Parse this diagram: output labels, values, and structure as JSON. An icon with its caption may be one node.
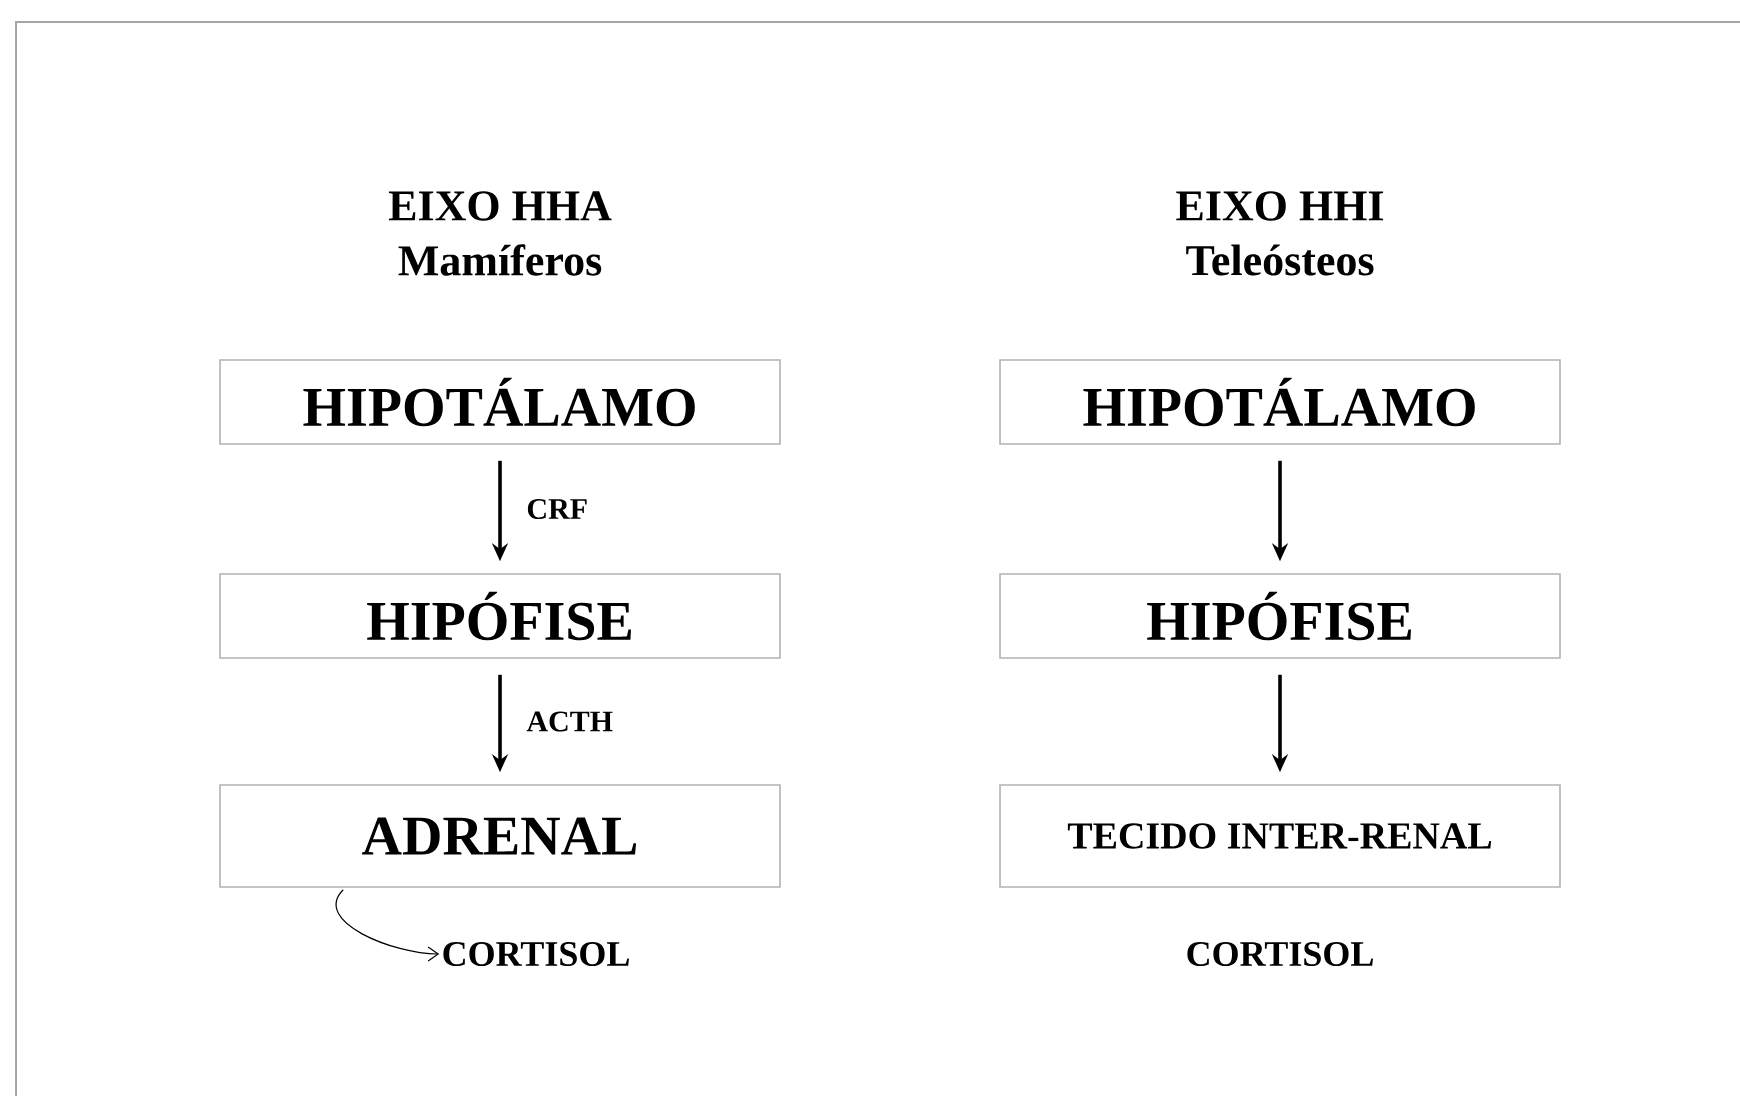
{
  "diagram": {
    "nodes": [
      {
        "text": [
          "HIPOTÁLAMO"
        ]
      },
      {
        "text": [
          "HIPÓFISE"
        ]
      },
      {
        "text": [
          "ADRENAL"
        ]
      },
      {
        "text": [
          "CORTISOL"
        ]
      },
      {
        "text": [
          "HIPOTÁLAMO"
        ]
      },
      {
        "text": [
          "HIPÓFISE"
        ]
      },
      {
        "text": [
          "TECIDO INTER-RENAL"
        ]
      }
    ],
    "edges": [
      {
        "from": 0,
        "to": 1,
        "arrow": "to",
        "label": "CRF"
      },
      {
        "from": 1,
        "to": 2,
        "arrow": "to",
        "label": "ACTH"
      },
      {
        "from": 2,
        "to": 3,
        "arrow": "to"
      },
      {
        "from": 4,
        "to": 5,
        "arrow": "to"
      },
      {
        "from": 5,
        "to": 6,
        "arrow": "to"
      }
    ],
    "labels": [
      "EIXO HHA",
      "EIXO HHI",
      "Mamíferos",
      "Teleósteos",
      "CORTISOL"
    ]
  }
}
